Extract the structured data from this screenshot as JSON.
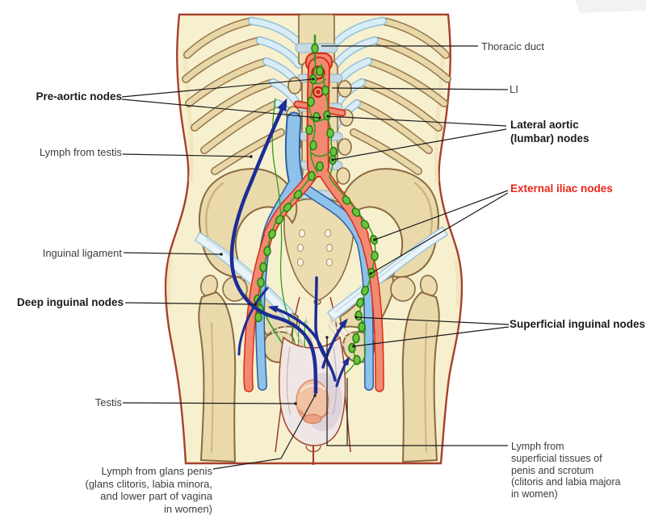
{
  "figure": {
    "type": "anatomical-diagram",
    "region": "male pelvis and abdomen, anterior view"
  },
  "labels": {
    "pre_aortic": "Pre-aortic nodes",
    "lymph_testis": "Lymph from testis",
    "inguinal_ligament": "Inguinal ligament",
    "deep_inguinal": "Deep inguinal nodes",
    "testis": "Testis",
    "glans": "Lymph from glans penis\n(glans clitoris, labia minora,\nand lower part of vagina\nin women)",
    "thoracic_duct": "Thoracic duct",
    "l1": "LI",
    "lateral_aortic": "Lateral aortic\n(lumbar) nodes",
    "external_iliac": "External iliac nodes",
    "superficial_inguinal": "Superficial inguinal nodes",
    "lymph_superficial": "Lymph from\nsuperficial tissues of\npenis and scrotum\n(clitoris and labia majora\nin women)"
  },
  "colors": {
    "label_text": "#3d3d3d",
    "label_bold": "#1b1b1b",
    "label_red": "#ee2418",
    "leader_line": "#1b1b1b",
    "artery": "#f28a72",
    "artery_outline": "#d92c18",
    "vein": "#8fc2ea",
    "vein_outline": "#2d5f9e",
    "lymph_node": "#6cc43e",
    "lymph_outline": "#237c10",
    "flow_arrow": "#1c2d96",
    "skin": "#f7f0cf",
    "skin_outline": "#a8402c",
    "bone": "#ead9ab",
    "bone_outline": "#8a6a3f",
    "cartilage": "#daedf6",
    "scrotum": "#efe7e5",
    "testis_fill": "#f2c2a4"
  }
}
